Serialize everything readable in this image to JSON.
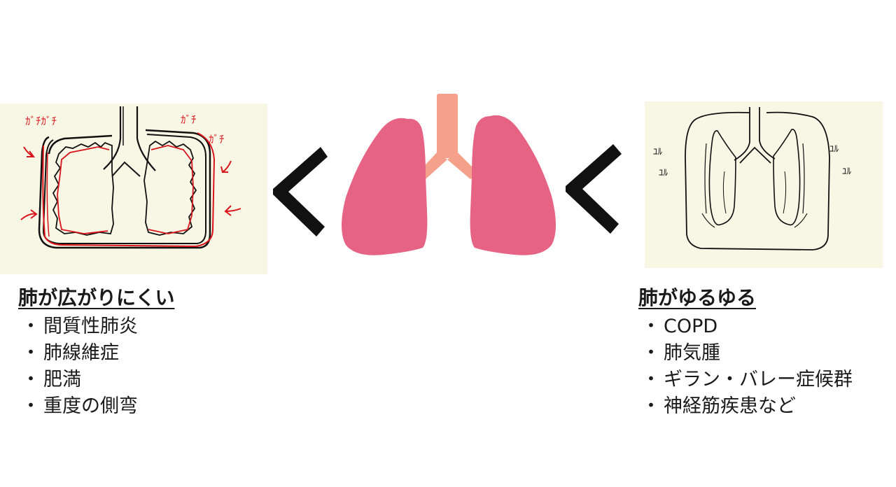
{
  "colors": {
    "paper": "#f8f6e4",
    "lung_pink": "#e66383",
    "trachea_orange": "#f4a08a",
    "sketch_red": "#d8141a",
    "sketch_black": "#111111",
    "chevron": "#111111"
  },
  "left": {
    "annotations": [
      "ｶﾞﾁｶﾞﾁ",
      "ｶﾞﾁ",
      "ｶﾞﾁ"
    ],
    "heading": "肺が広がりにくい",
    "bullet": "・",
    "items": [
      "間質性肺炎",
      "肺線維症",
      "肥満",
      "重度の側弯"
    ]
  },
  "right": {
    "annotations": [
      "ﾕﾙ",
      "ﾕﾙ",
      "ﾕﾙ",
      "ﾕﾙ"
    ],
    "heading": "肺がゆるゆる",
    "bullet": "・",
    "items": [
      "COPD",
      "肺気腫",
      "ギラン・バレー症候群",
      "神経筋疾患など"
    ]
  },
  "comparators": {
    "left_icon": "less-than-chevron-icon",
    "right_icon": "less-than-chevron-icon"
  }
}
